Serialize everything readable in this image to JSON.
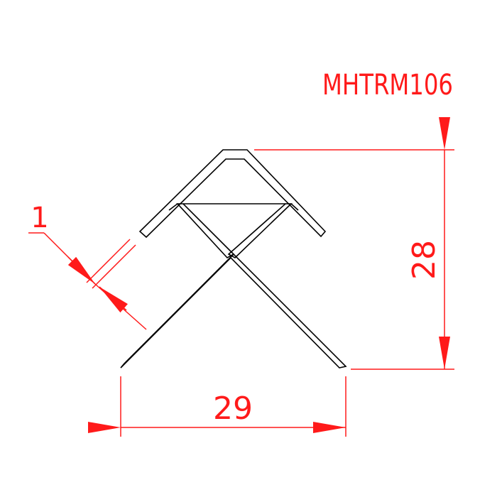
{
  "part_code": "MHTRM106",
  "dimensions": {
    "width": "29",
    "height": "28",
    "thickness": "1"
  },
  "colors": {
    "profile": "#000000",
    "dimension": "#ff1a1a",
    "background": "#ffffff"
  }
}
